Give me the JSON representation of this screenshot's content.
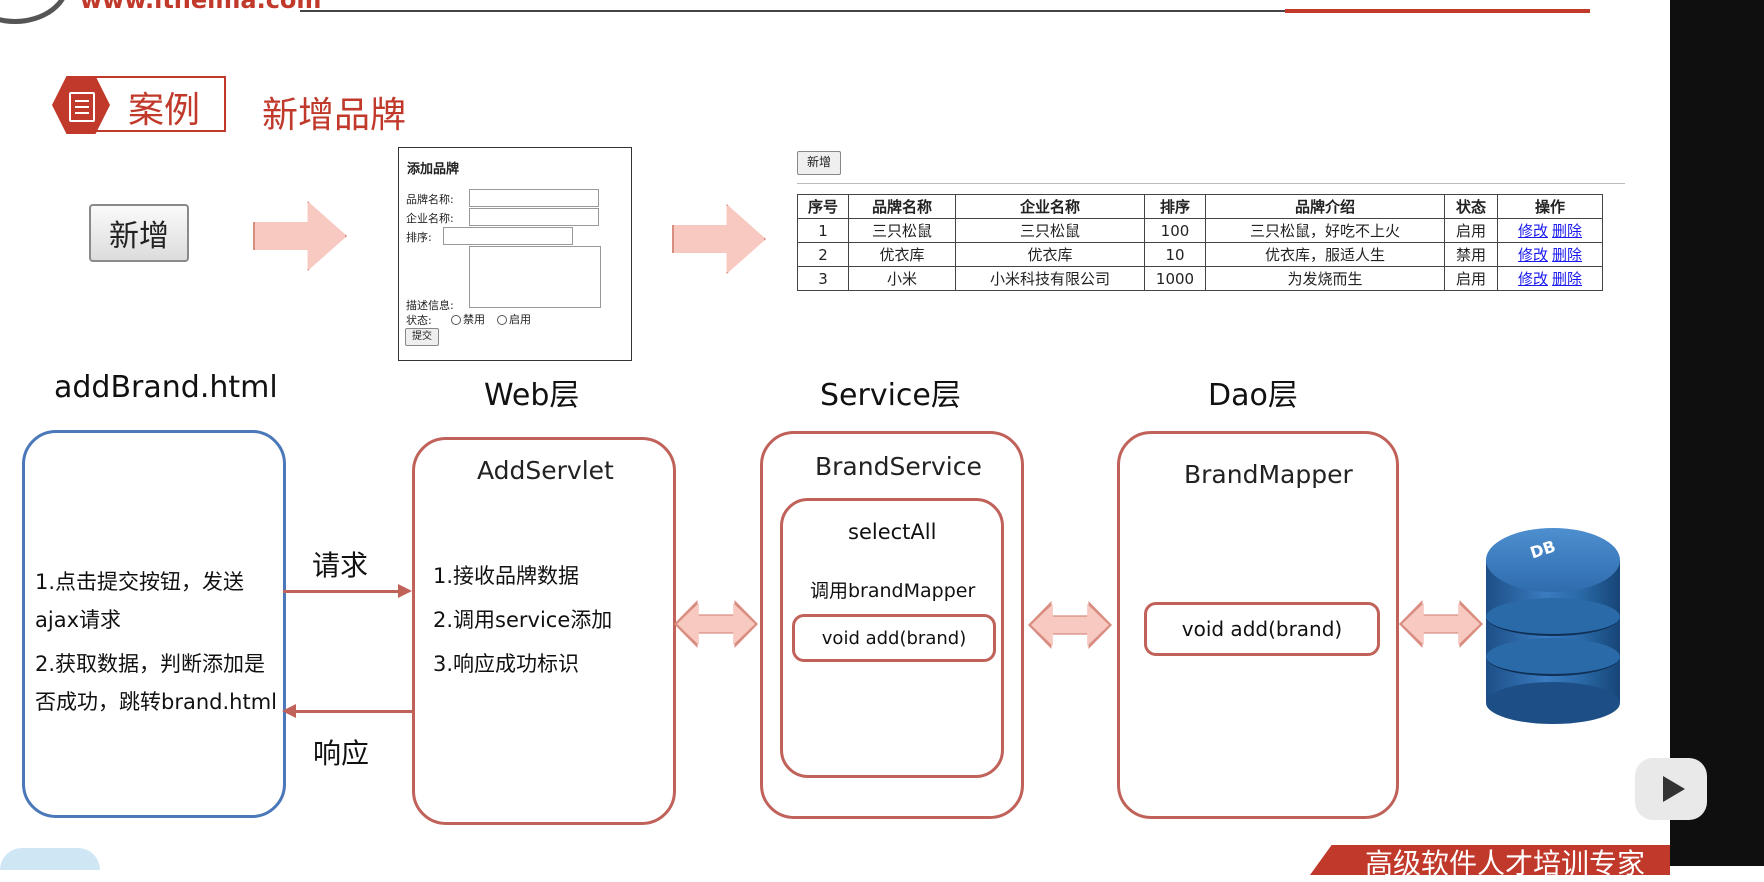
{
  "header": {
    "url_text": "www.itheima.com"
  },
  "title": {
    "case_label": "案例",
    "case_title": "新增品牌"
  },
  "add_button_label": "新增",
  "form": {
    "title": "添加品牌",
    "brand_name_label": "品牌名称:",
    "company_name_label": "企业名称:",
    "ordered_label": "排序:",
    "description_label": "描述信息:",
    "status_label": "状态:",
    "status_options": [
      "禁用",
      "启用"
    ],
    "submit_label": "提交"
  },
  "table": {
    "add_button_label": "新增",
    "columns": [
      "序号",
      "品牌名称",
      "企业名称",
      "排序",
      "品牌介绍",
      "状态",
      "操作"
    ],
    "rows": [
      {
        "id": "1",
        "brand": "三只松鼠",
        "company": "三只松鼠",
        "ordered": "100",
        "description": "三只松鼠，好吃不上火",
        "status": "启用",
        "edit": "修改",
        "delete": "删除"
      },
      {
        "id": "2",
        "brand": "优衣库",
        "company": "优衣库",
        "ordered": "10",
        "description": "优衣库，服适人生",
        "status": "禁用",
        "edit": "修改",
        "delete": "删除"
      },
      {
        "id": "3",
        "brand": "小米",
        "company": "小米科技有限公司",
        "ordered": "1000",
        "description": "为发烧而生",
        "status": "启用",
        "edit": "修改",
        "delete": "删除"
      }
    ]
  },
  "layers": {
    "html": {
      "heading": "addBrand.html",
      "steps": [
        "1.点击提交按钮，发送",
        "ajax请求",
        "2.获取数据，判断添加是",
        "否成功，跳转brand.html"
      ]
    },
    "web": {
      "heading": "Web层",
      "box_title": "AddServlet",
      "steps": [
        "1.接收品牌数据",
        "2.调用service添加",
        "3.响应成功标识"
      ]
    },
    "service": {
      "heading": "Service层",
      "box_title": "BrandService",
      "inner_title": "selectAll",
      "inner_call": "调用brandMapper",
      "method": "void add(brand)"
    },
    "dao": {
      "heading": "Dao层",
      "box_title": "BrandMapper",
      "method": "void add(brand)"
    }
  },
  "arrows": {
    "request": "请求",
    "response": "响应"
  },
  "db_label": "DB",
  "footer": {
    "banner_text": "高级软件人才培训专家"
  },
  "colors": {
    "accent_red": "#c0392b",
    "box_red": "#c0625a",
    "box_blue": "#4a78b8",
    "arrow_fill": "#f7c9c0"
  }
}
